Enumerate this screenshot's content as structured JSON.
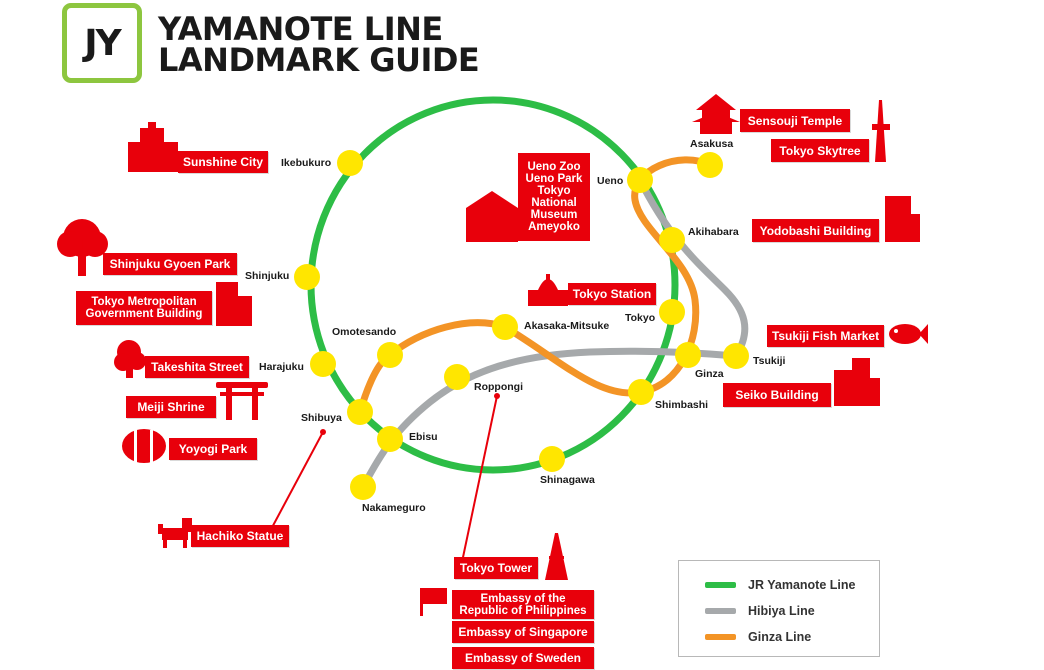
{
  "logo": {
    "text": "JY",
    "border_color": "#8dc63f"
  },
  "title": {
    "line1": "YAMANOTE LINE",
    "line2": "LANDMARK GUIDE"
  },
  "colors": {
    "yamanote": "#2dbd46",
    "hibiya": "#a6a9ab",
    "ginza": "#f39426",
    "station": "#ffe600",
    "landmark": "#e8000b"
  },
  "stations": {
    "ikebukuro": "Ikebukuro",
    "shinjuku": "Shinjuku",
    "harajuku": "Harajuku",
    "shibuya": "Shibuya",
    "ebisu": "Ebisu",
    "shinagawa": "Shinagawa",
    "shimbashi": "Shimbashi",
    "tokyo": "Tokyo",
    "akihabara": "Akihabara",
    "ueno": "Ueno",
    "asakusa": "Asakusa",
    "tsukiji": "Tsukiji",
    "ginza": "Ginza",
    "omotesando": "Omotesando",
    "akasaka_mitsuke": "Akasaka-Mitsuke",
    "roppongi": "Roppongi",
    "nakameguro": "Nakameguro"
  },
  "landmarks": {
    "sunshine_city": "Sunshine City",
    "shinjuku_gyoen": "Shinjuku Gyoen Park",
    "tmg_line1": "Tokyo Metropolitan",
    "tmg_line2": "Government Building",
    "takeshita": "Takeshita Street",
    "meiji": "Meiji Shrine",
    "yoyogi": "Yoyogi Park",
    "hachiko": "Hachiko Statue",
    "ueno": [
      "Ueno Zoo",
      "Ueno Park",
      "Tokyo",
      "National",
      "Museum",
      "Ameyoko"
    ],
    "sensouji": "Sensouji Temple",
    "skytree": "Tokyo Skytree",
    "yodobashi": "Yodobashi Building",
    "tokyo_station": "Tokyo Station",
    "tsukiji_market": "Tsukiji Fish Market",
    "seiko": "Seiko Building",
    "tokyo_tower": "Tokyo Tower",
    "phil_line1": "Embassy of the",
    "phil_line2": "Republic of Philippines",
    "singapore": "Embassy of Singapore",
    "sweden": "Embassy of Sweden"
  },
  "legend": {
    "yamanote": "JR Yamanote Line",
    "hibiya": "Hibiya Line",
    "ginza": "Ginza Line"
  }
}
